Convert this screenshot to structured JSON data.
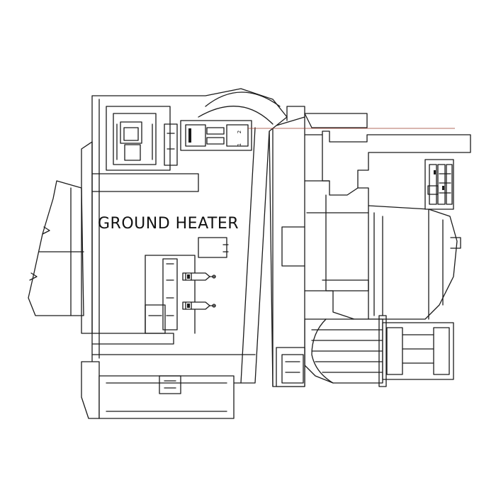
{
  "diagram": {
    "label_main": "GROUND HEATER",
    "connector_pin_numbers": [
      "2",
      "1"
    ],
    "leader_line_color": "#9a3a2a"
  }
}
